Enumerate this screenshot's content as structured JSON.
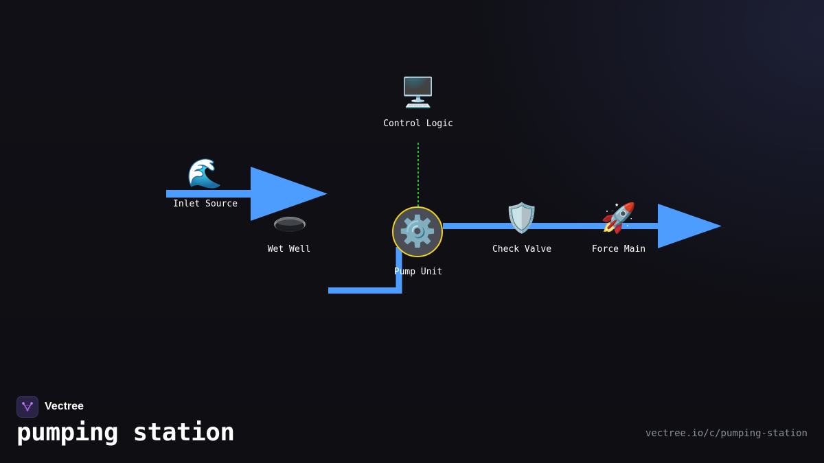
{
  "diagram": {
    "nodes": {
      "inlet_source": {
        "label": "Inlet Source",
        "icon": "wave-icon",
        "glyph": "🌊"
      },
      "wet_well": {
        "label": "Wet Well",
        "icon": "hole-icon",
        "glyph": "🕳️"
      },
      "control_logic": {
        "label": "Control Logic",
        "icon": "desktop-computer-icon",
        "glyph": "🖥️"
      },
      "pump_unit": {
        "label": "Pump Unit",
        "icon": "gear-icon",
        "glyph": "⚙️"
      },
      "check_valve": {
        "label": "Check Valve",
        "icon": "shield-icon",
        "glyph": "🛡️"
      },
      "force_main": {
        "label": "Force Main",
        "icon": "rocket-icon",
        "glyph": "🚀"
      }
    },
    "edges": [
      {
        "from": "inlet_source",
        "to": "wet_well",
        "style": "solid"
      },
      {
        "from": "wet_well",
        "to": "pump_unit",
        "style": "solid"
      },
      {
        "from": "control_logic",
        "to": "pump_unit",
        "style": "dotted"
      },
      {
        "from": "pump_unit",
        "to": "check_valve",
        "style": "solid"
      },
      {
        "from": "check_valve",
        "to": "force_main",
        "style": "solid"
      }
    ],
    "colors": {
      "flow_line": "#4c9dff",
      "control_line": "#22cc22",
      "pump_ring": "#f2d21b",
      "background": "#0f0f14"
    }
  },
  "footer": {
    "brand_name": "Vectree",
    "title": "pumping station",
    "url": "vectree.io/c/pumping-station"
  }
}
